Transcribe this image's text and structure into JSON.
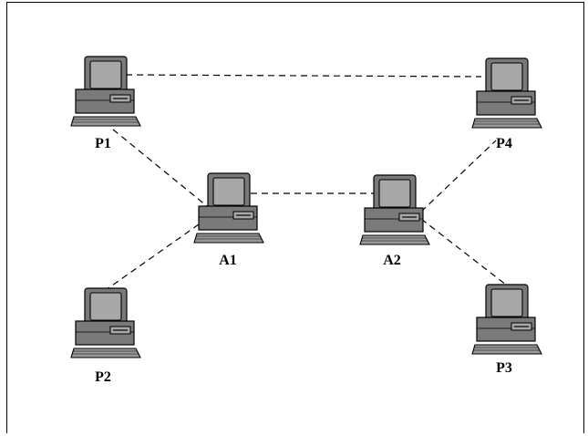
{
  "colors": {
    "monitor_body": "#7a7a7a",
    "screen": "#a8a8a8",
    "keyboard": "#999999",
    "line": "#000000"
  },
  "nodes": [
    {
      "id": "P1",
      "label": "P1",
      "icon": "computer-icon"
    },
    {
      "id": "P4",
      "label": "P4",
      "icon": "computer-icon"
    },
    {
      "id": "A1",
      "label": "A1",
      "icon": "computer-icon"
    },
    {
      "id": "A2",
      "label": "A2",
      "icon": "computer-icon"
    },
    {
      "id": "P2",
      "label": "P2",
      "icon": "computer-icon"
    },
    {
      "id": "P3",
      "label": "P3",
      "icon": "computer-icon"
    }
  ],
  "edges": [
    {
      "from": "P1",
      "to": "P4",
      "style": "dashed"
    },
    {
      "from": "P1",
      "to": "A1",
      "style": "dashed"
    },
    {
      "from": "A1",
      "to": "A2",
      "style": "dashed"
    },
    {
      "from": "A1",
      "to": "P2",
      "style": "dashed"
    },
    {
      "from": "A2",
      "to": "P4",
      "style": "dashed"
    },
    {
      "from": "A2",
      "to": "P3",
      "style": "dashed"
    }
  ]
}
